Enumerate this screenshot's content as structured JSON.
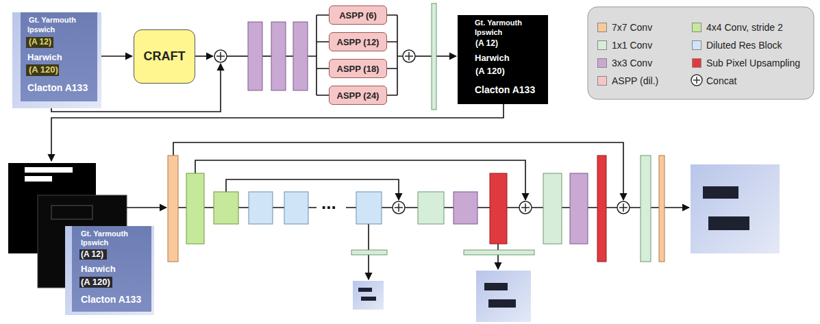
{
  "diagram": {
    "nodes": [
      {
        "text": [
          "CRAFT"
        ]
      },
      {
        "text": [
          "ASPP (6)"
        ]
      },
      {
        "text": [
          "ASPP (12)"
        ]
      },
      {
        "text": [
          "ASPP (18)"
        ]
      },
      {
        "text": [
          "ASPP (24)"
        ]
      }
    ],
    "labels": [
      "Gt. Yarmouth",
      "Ipswich",
      "(A 12)",
      "Harwich",
      "(A 120)",
      "Clacton A133",
      "Gt. Yarmouth",
      "Ipswich",
      "(A 12)",
      "Harwich",
      "(A 120)",
      "Clacton A133",
      "Gt. Yarmouth",
      "Ipswich",
      "(A 12)",
      "Harwich",
      "(A 120)",
      "Clacton A133",
      "..."
    ],
    "legend": [
      {
        "text": "7x7 Conv",
        "color": "#f9c89b"
      },
      {
        "text": "4x4 Conv, stride 2",
        "color": "#c5e89a"
      },
      {
        "text": "1x1 Conv",
        "color": "#d6edd9"
      },
      {
        "text": "Diluted Res Block",
        "color": "#cfe4f7"
      },
      {
        "text": "3x3 Conv",
        "color": "#c9a8d4"
      },
      {
        "text": "Sub Pixel Upsampling",
        "color": "#e0393e"
      },
      {
        "text": "ASPP (dil.)",
        "color": "#f6c6c6"
      },
      {
        "text": "Concat"
      }
    ]
  }
}
